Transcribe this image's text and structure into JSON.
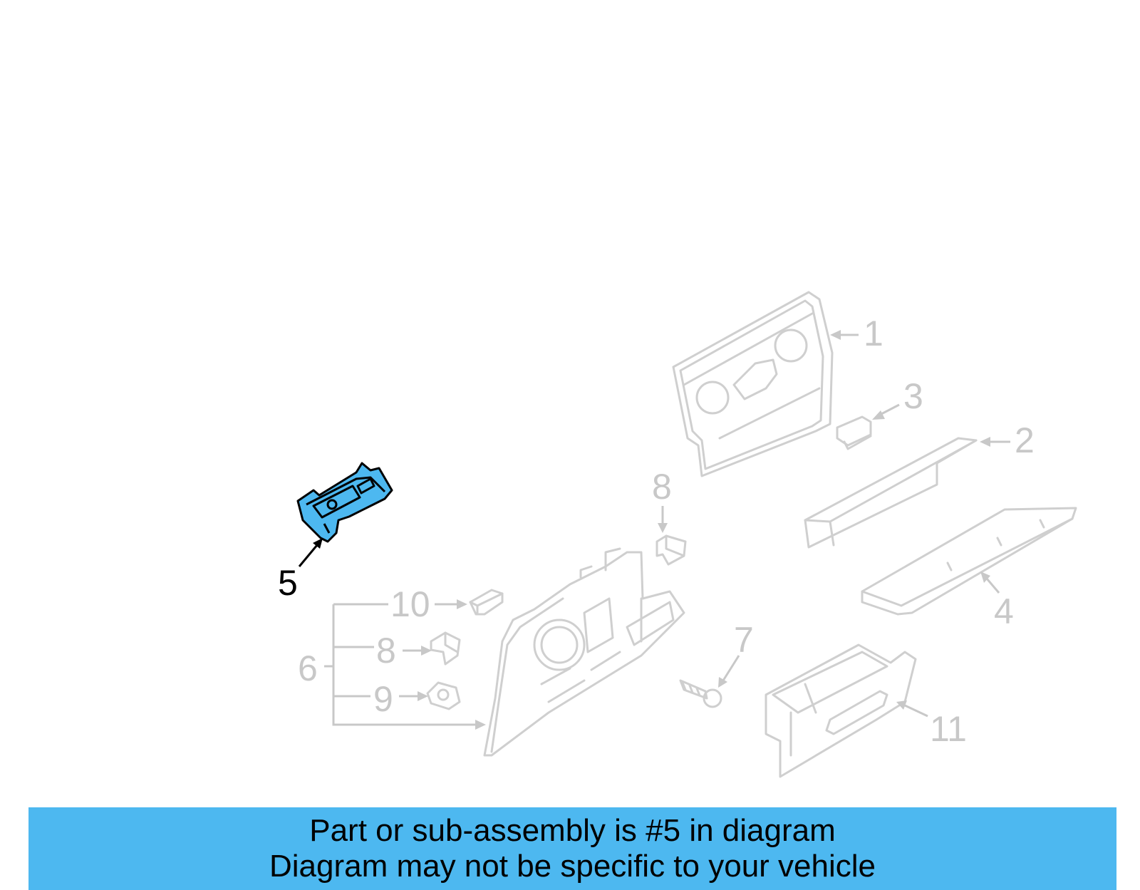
{
  "colors": {
    "highlight": "#4db8f0",
    "banner": "#4db8f0",
    "inactive_part": "#cfcfcf",
    "inactive_label": "#c8c8c8",
    "active_label": "#000000"
  },
  "callouts": {
    "c1": "1",
    "c2": "2",
    "c3": "3",
    "c4": "4",
    "c5": "5",
    "c6": "6",
    "c7": "7",
    "c8_top": "8",
    "c8_left": "8",
    "c9": "9",
    "c10": "10",
    "c11": "11"
  },
  "highlighted_part": "5",
  "banner": {
    "line1": "Part or sub-assembly is #5 in diagram",
    "line2": "Diagram may not be specific to your vehicle"
  }
}
